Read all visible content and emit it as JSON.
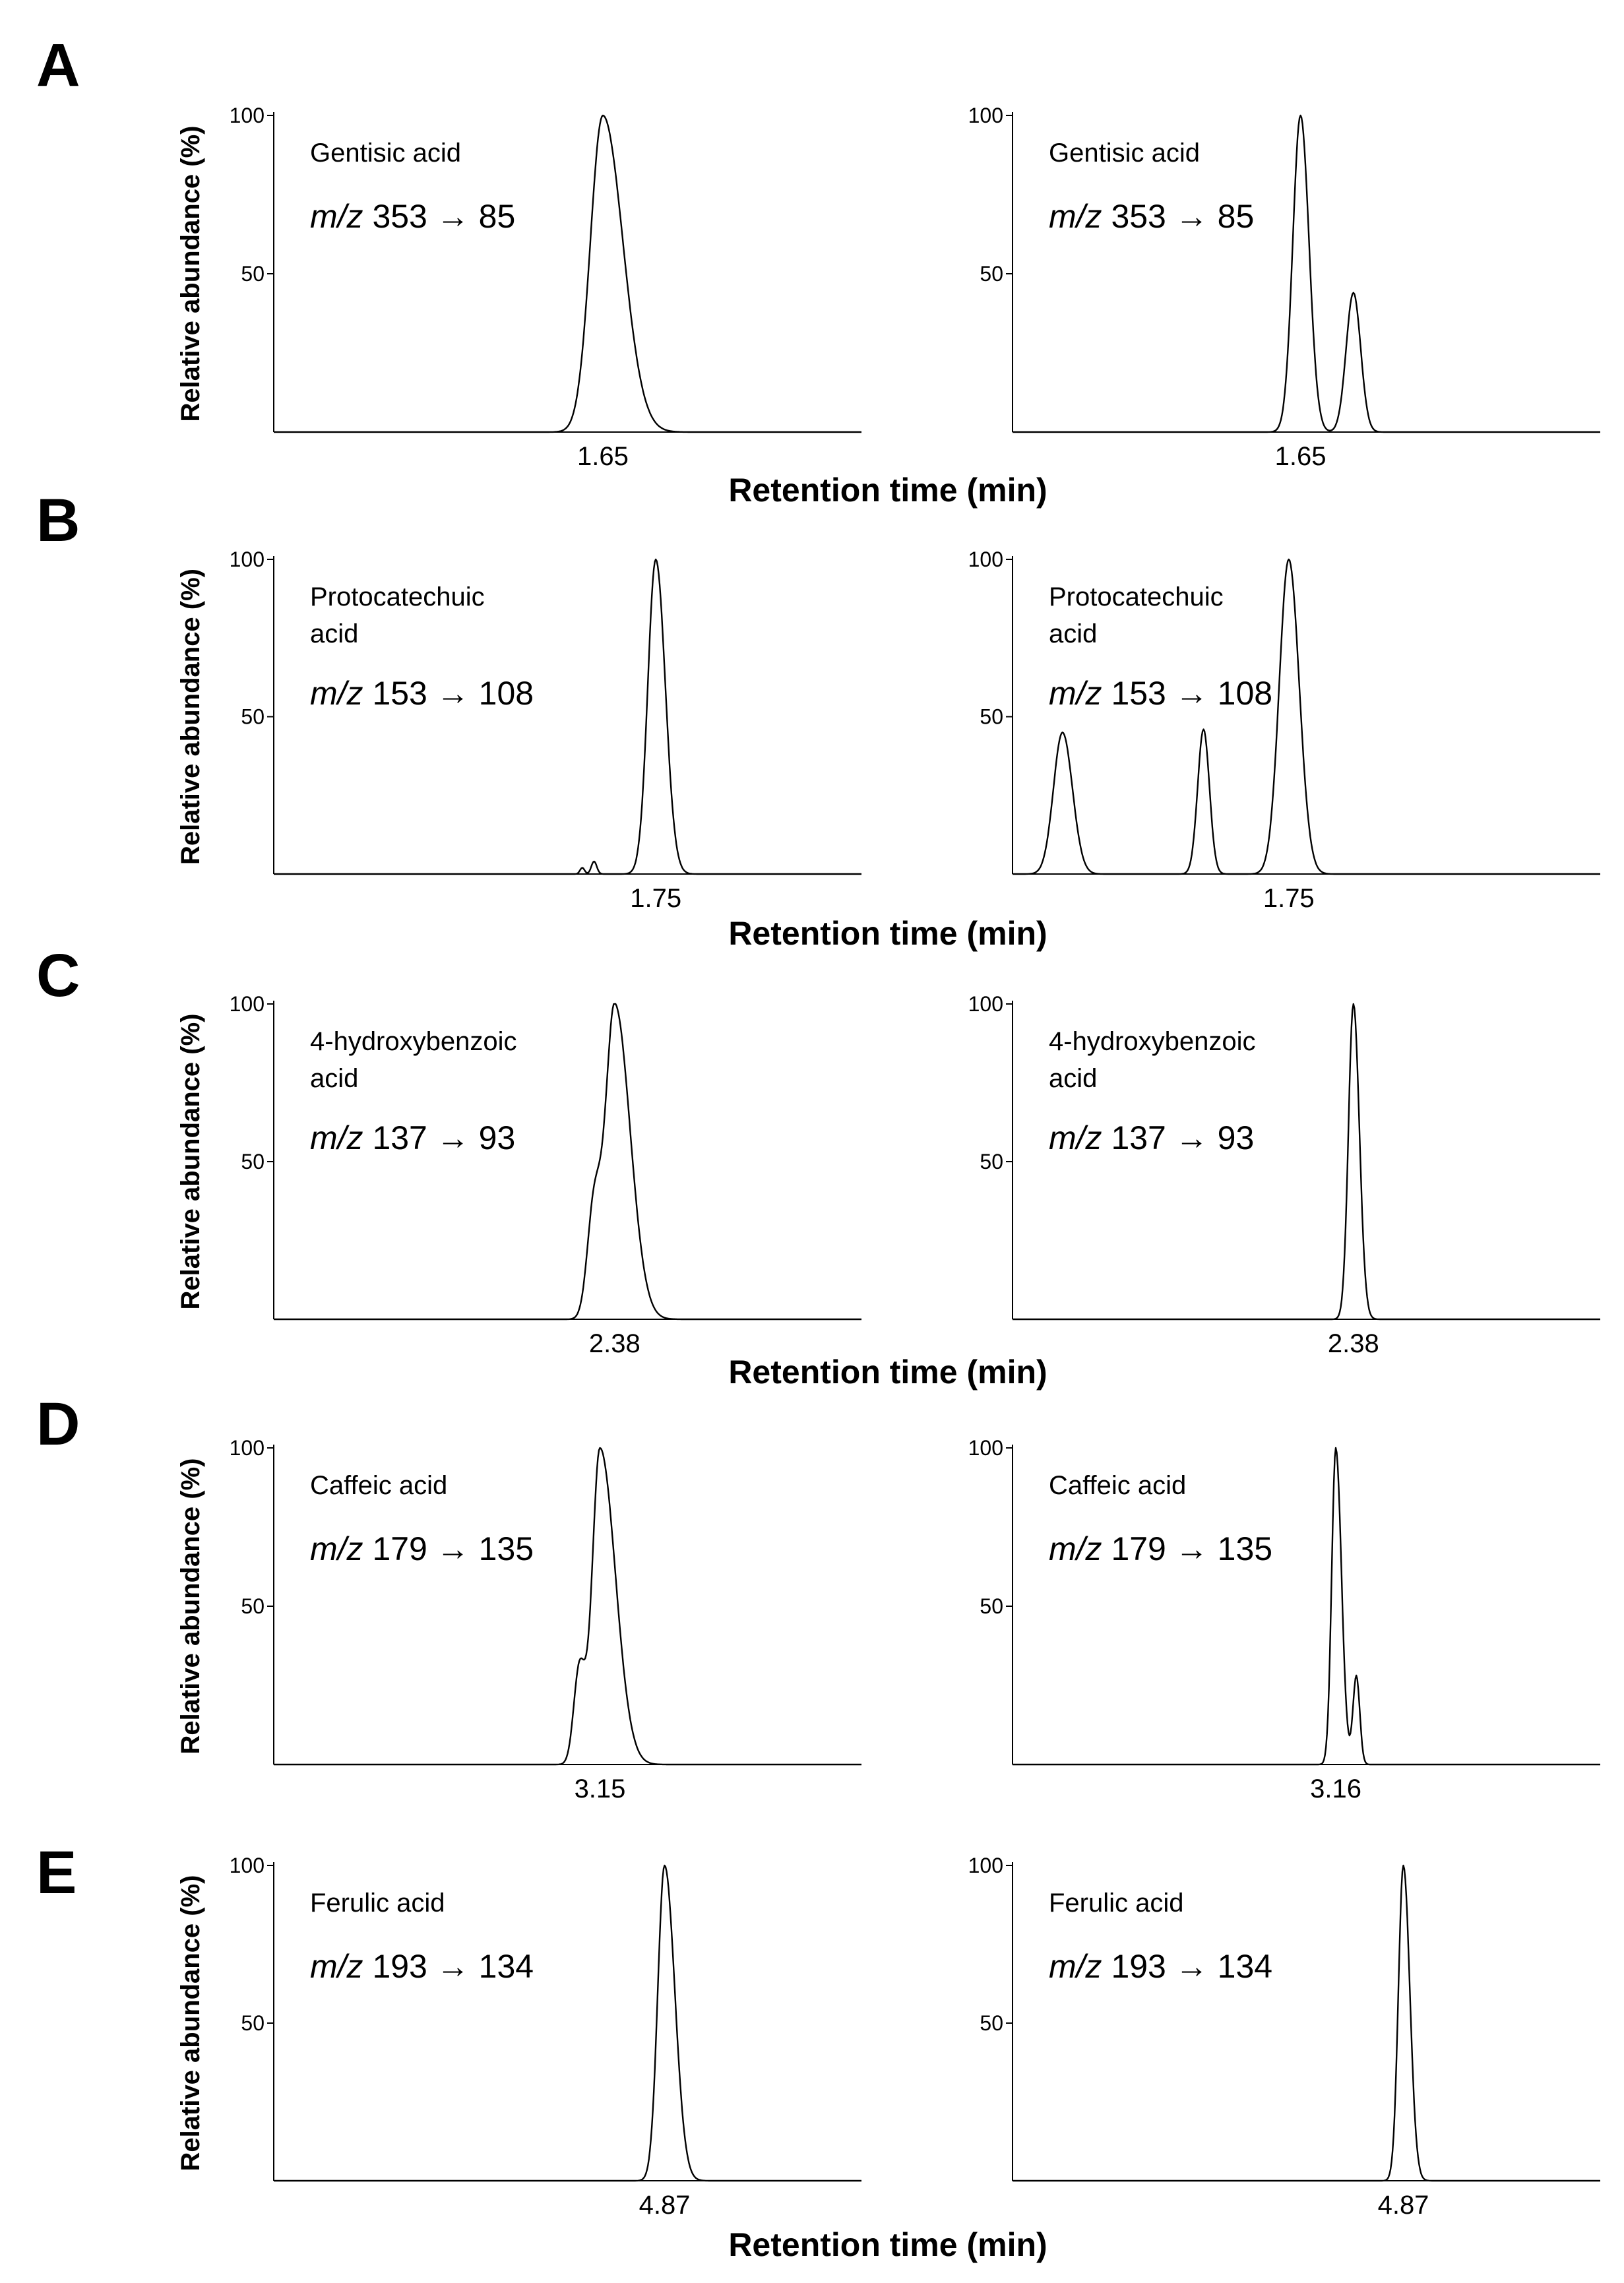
{
  "colors": {
    "trace": "#000000",
    "axis": "#000000",
    "background": "#ffffff"
  },
  "chart_data": [
    {
      "type": "line",
      "panel": "A",
      "x_axis_label": "Retention time (min)",
      "y_axis_label": "Relative abundance (%)",
      "panels": [
        {
          "compound": [
            "Gentisic acid"
          ],
          "transition": "353 → 85",
          "yticks": [
            "100",
            "50"
          ],
          "retention_time": "1.65",
          "peaks": [
            {
              "rt_pos": 0.56,
              "height": 100,
              "width": 0.055,
              "tail": 1.6
            }
          ]
        },
        {
          "compound": [
            "Gentisic acid"
          ],
          "transition": "353 → 85",
          "yticks": [
            "100",
            "50"
          ],
          "retention_time": "1.65",
          "peaks": [
            {
              "rt_pos": 0.49,
              "height": 100,
              "width": 0.034,
              "tail": 1.1
            },
            {
              "rt_pos": 0.58,
              "height": 44,
              "width": 0.032,
              "tail": 1.0
            }
          ]
        }
      ]
    },
    {
      "type": "line",
      "panel": "B",
      "x_axis_label": "Retention time (min)",
      "y_axis_label": "Relative abundance (%)",
      "panels": [
        {
          "compound": [
            "Protocatechuic",
            "acid"
          ],
          "transition": "153 → 108",
          "yticks": [
            "100",
            "50"
          ],
          "retention_time": "1.75",
          "peaks": [
            {
              "rt_pos": 0.65,
              "height": 100,
              "width": 0.035,
              "tail": 1.2
            },
            {
              "rt_pos": 0.545,
              "height": 4,
              "width": 0.012,
              "tail": 1.0
            },
            {
              "rt_pos": 0.525,
              "height": 2,
              "width": 0.01,
              "tail": 1.0
            }
          ]
        },
        {
          "compound": [
            "Protocatechuic",
            "acid"
          ],
          "transition": "153 → 108",
          "yticks": [
            "100",
            "50"
          ],
          "retention_time": "1.75",
          "peaks": [
            {
              "rt_pos": 0.085,
              "height": 45,
              "width": 0.04,
              "tail": 1.1
            },
            {
              "rt_pos": 0.325,
              "height": 46,
              "width": 0.026,
              "tail": 1.0
            },
            {
              "rt_pos": 0.47,
              "height": 100,
              "width": 0.042,
              "tail": 1.1
            }
          ]
        }
      ]
    },
    {
      "type": "line",
      "panel": "C",
      "x_axis_label": "Retention time (min)",
      "y_axis_label": "Relative abundance (%)",
      "panels": [
        {
          "compound": [
            "4-hydroxybenzoic",
            "acid"
          ],
          "transition": "137 → 93",
          "yticks": [
            "100",
            "50"
          ],
          "retention_time": "2.38",
          "peaks": [
            {
              "rt_pos": 0.58,
              "height": 100,
              "width": 0.04,
              "tail": 1.7
            },
            {
              "rt_pos": 0.545,
              "height": 35,
              "width": 0.03,
              "tail": 1.0
            }
          ]
        },
        {
          "compound": [
            "4-hydroxybenzoic",
            "acid"
          ],
          "transition": "137 → 93",
          "yticks": [
            "100",
            "50"
          ],
          "retention_time": "2.38",
          "peaks": [
            {
              "rt_pos": 0.58,
              "height": 100,
              "width": 0.022,
              "tail": 1.2
            }
          ]
        }
      ]
    },
    {
      "type": "line",
      "panel": "D",
      "x_axis_label": "",
      "y_axis_label": "Relative abundance (%)",
      "panels": [
        {
          "compound": [
            "Caffeic acid"
          ],
          "transition": "179 → 135",
          "yticks": [
            "100",
            "50"
          ],
          "retention_time": "3.15",
          "peaks": [
            {
              "rt_pos": 0.555,
              "height": 100,
              "width": 0.034,
              "tail": 2.0
            },
            {
              "rt_pos": 0.52,
              "height": 30,
              "width": 0.025,
              "tail": 1.0
            }
          ]
        },
        {
          "compound": [
            "Caffeic acid"
          ],
          "transition": "179 → 135",
          "yticks": [
            "100",
            "50"
          ],
          "retention_time": "3.16",
          "peaks": [
            {
              "rt_pos": 0.55,
              "height": 100,
              "width": 0.018,
              "tail": 1.4
            },
            {
              "rt_pos": 0.585,
              "height": 28,
              "width": 0.015,
              "tail": 1.0
            }
          ]
        }
      ]
    },
    {
      "type": "line",
      "panel": "E",
      "x_axis_label": "Retention time (min)",
      "y_axis_label": "Relative abundance (%)",
      "panels": [
        {
          "compound": [
            "Ferulic acid"
          ],
          "transition": "193 → 134",
          "yticks": [
            "100",
            "50"
          ],
          "retention_time": "4.87",
          "peaks": [
            {
              "rt_pos": 0.665,
              "height": 100,
              "width": 0.03,
              "tail": 1.5
            }
          ]
        },
        {
          "compound": [
            "Ferulic acid"
          ],
          "transition": "193 → 134",
          "yticks": [
            "100",
            "50"
          ],
          "retention_time": "4.87",
          "peaks": [
            {
              "rt_pos": 0.665,
              "height": 100,
              "width": 0.022,
              "tail": 1.3
            }
          ]
        }
      ]
    }
  ]
}
